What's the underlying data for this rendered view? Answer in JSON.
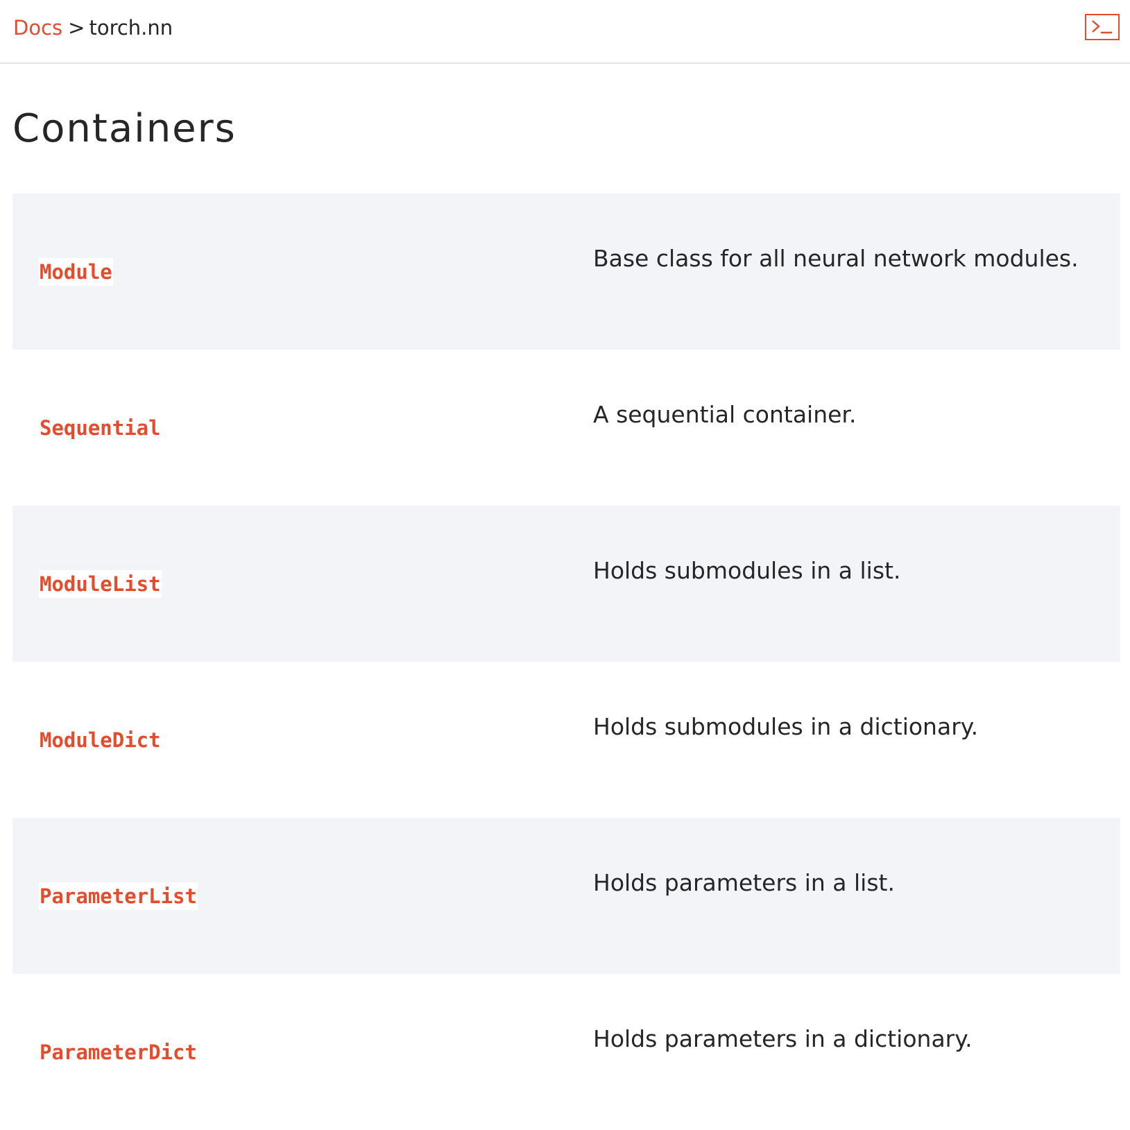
{
  "breadcrumb": {
    "root": "Docs",
    "separator": ">",
    "current": "torch.nn"
  },
  "toolbar": {
    "shell_icon": "terminal-prompt-icon"
  },
  "page": {
    "title": "Containers"
  },
  "colors": {
    "accent": "#e44c2c",
    "text": "#262626",
    "row_shade": "#f3f4f7",
    "divider": "#e3e3e3"
  },
  "containers": [
    {
      "name": "Module",
      "description": "Base class for all neural network modules."
    },
    {
      "name": "Sequential",
      "description": "A sequential container."
    },
    {
      "name": "ModuleList",
      "description": "Holds submodules in a list."
    },
    {
      "name": "ModuleDict",
      "description": "Holds submodules in a dictionary."
    },
    {
      "name": "ParameterList",
      "description": "Holds parameters in a list."
    },
    {
      "name": "ParameterDict",
      "description": "Holds parameters in a dictionary."
    }
  ]
}
